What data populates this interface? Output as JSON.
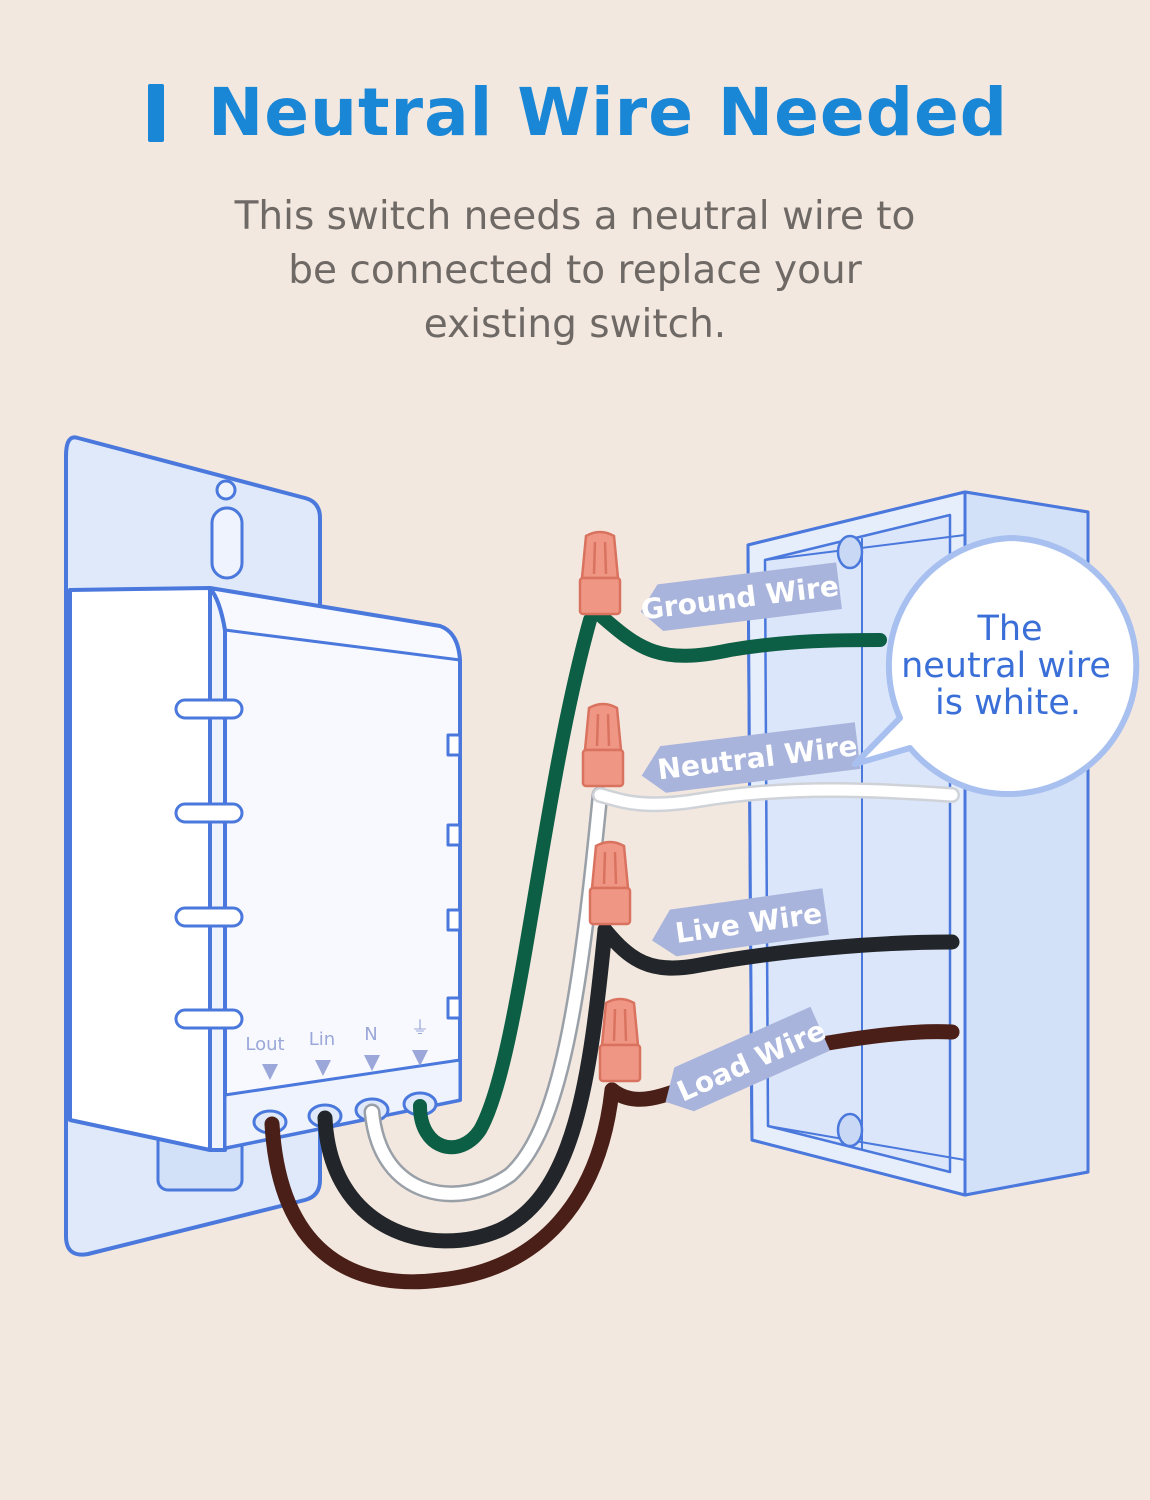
{
  "header": {
    "title": "Neutral Wire Needed",
    "subtitle_lines": [
      "This switch needs a neutral wire to",
      "be connected to replace your",
      "existing switch."
    ]
  },
  "diagram": {
    "terminals": [
      "Lout",
      "Lin",
      "N",
      "⏚"
    ],
    "wire_labels": {
      "ground": "Ground Wire",
      "neutral": "Neutral Wire",
      "live": "Live Wire",
      "load": "Load Wire"
    },
    "callout_lines": [
      "The",
      "neutral wire",
      "is white."
    ],
    "colors": {
      "outline": "#4a78dc",
      "panel_fill": "#dfe9fa",
      "ground": "#0c5e44",
      "neutral": "#ffffff",
      "live": "#22262a",
      "load": "#4a1f17",
      "connector": "#f09684",
      "tag": "#a9b4dc"
    }
  }
}
